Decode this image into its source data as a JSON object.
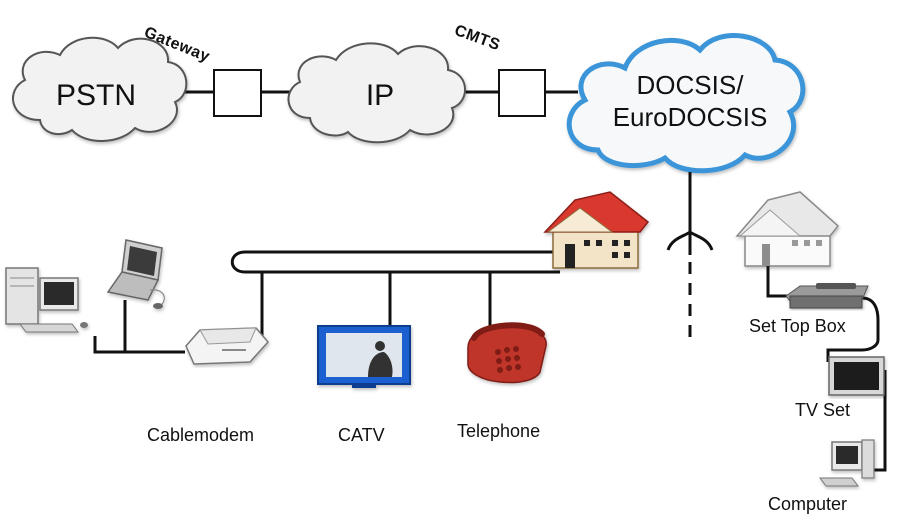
{
  "network": {
    "pstn": "PSTN",
    "gateway": "Gateway",
    "ip": "IP",
    "cmts": "CMTS",
    "docsis_line1": "DOCSIS/",
    "docsis_line2": "EuroDOCSIS"
  },
  "devices": {
    "cablemodem": "Cablemodem",
    "catv": "CATV",
    "telephone": "Telephone",
    "set_top_box": "Set Top Box",
    "tv_set": "TV Set",
    "computer": "Computer"
  },
  "colors": {
    "cloud_fill": "#f2f2f2",
    "cloud_stroke": "#555555",
    "docsis_stroke": "#3a95d8",
    "line": "#111111",
    "roof": "#d9382f",
    "house_wall": "#f3e3c7",
    "tv_frame": "#1f5fd1",
    "phone": "#c0362c"
  }
}
